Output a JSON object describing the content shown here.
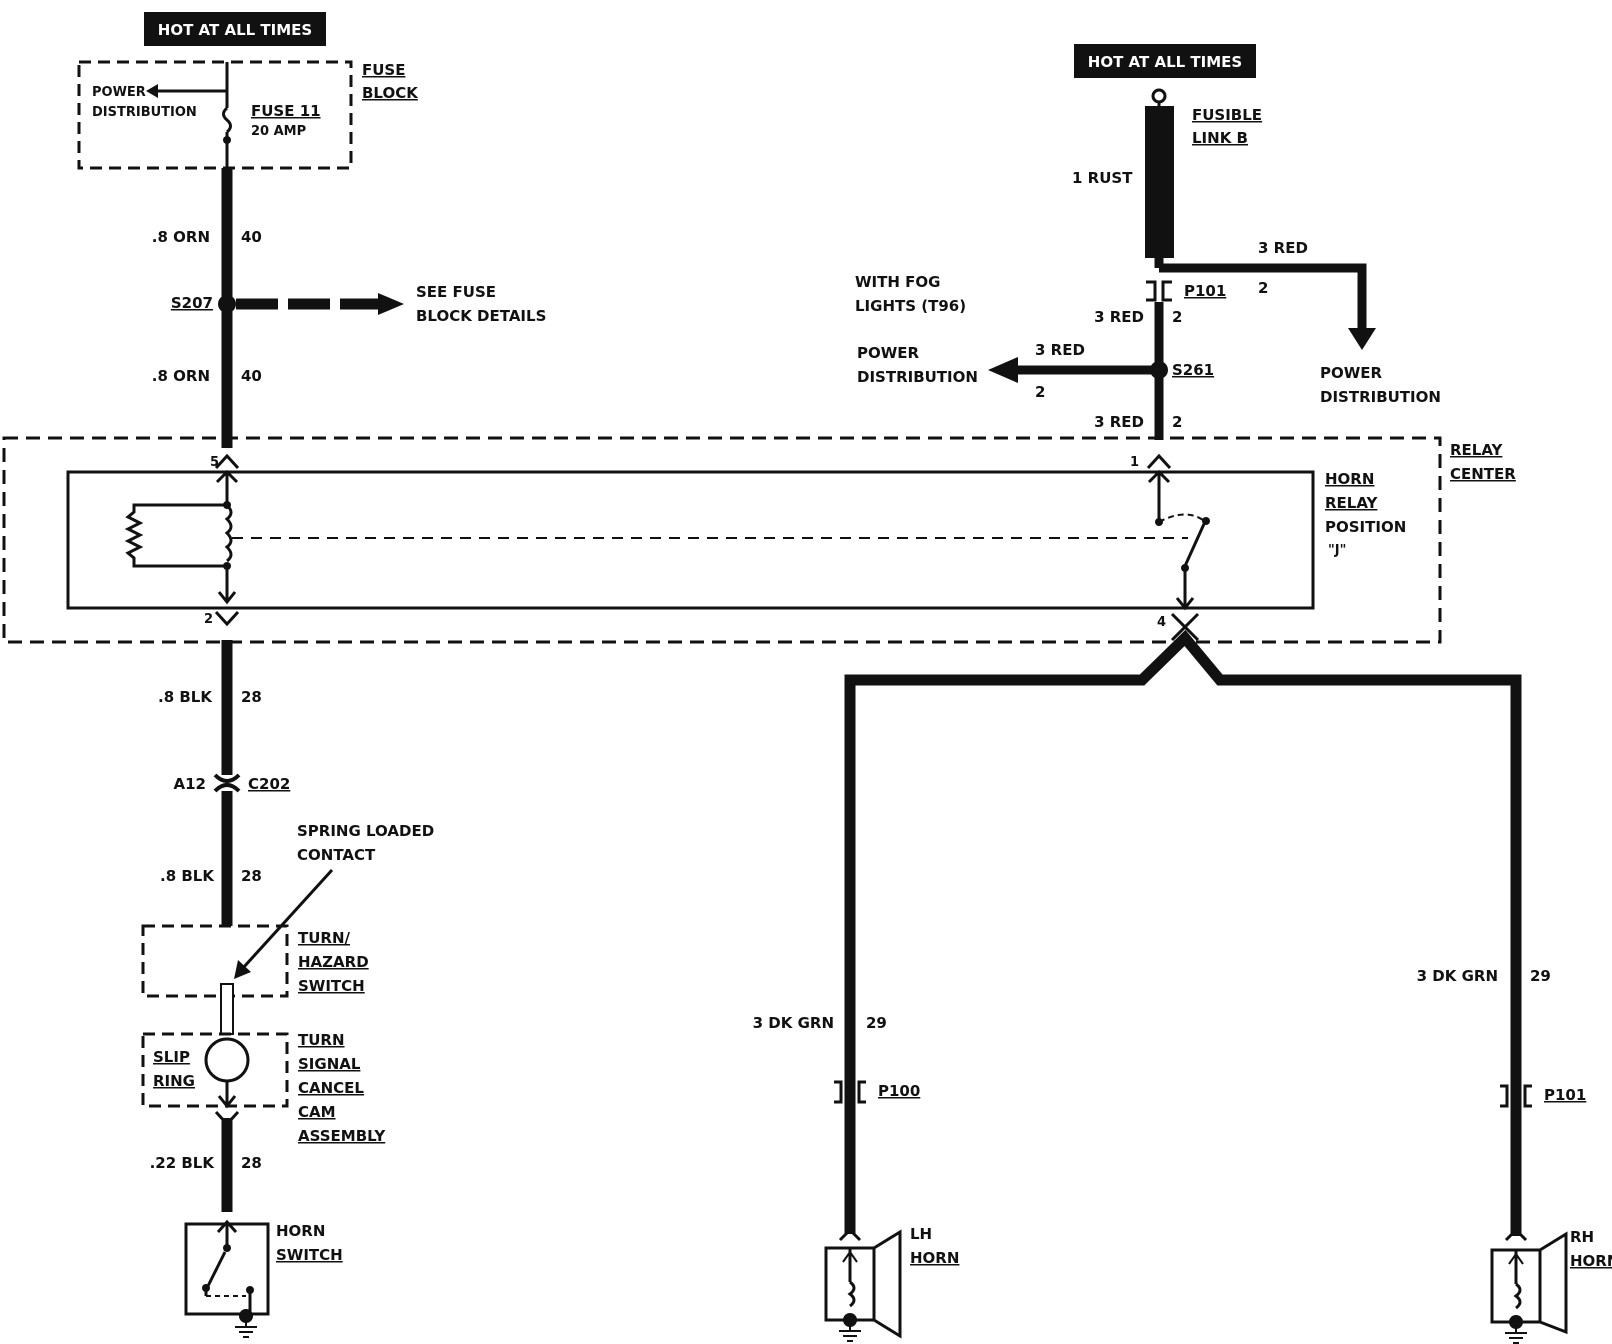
{
  "badges": {
    "hot_left": "HOT AT ALL TIMES",
    "hot_right": "HOT AT ALL TIMES"
  },
  "fuse_block": {
    "label_line1": "FUSE",
    "label_line2": "BLOCK",
    "power_dist_line1": "POWER",
    "power_dist_line2": "DISTRIBUTION",
    "fuse_name": "FUSE 11",
    "fuse_rating": "20 AMP"
  },
  "left_circuit": {
    "wire1_gauge": ".8 ORN",
    "wire1_circuit": "40",
    "splice": "S207",
    "see_fuse_line1": "SEE FUSE",
    "see_fuse_line2": "BLOCK DETAILS",
    "wire2_gauge": ".8 ORN",
    "wire2_circuit": "40",
    "wire3_gauge": ".8 BLK",
    "wire3_circuit": "28",
    "connector_pin": "A12",
    "connector": "C202",
    "spring_line1": "SPRING LOADED",
    "spring_line2": "CONTACT",
    "wire4_gauge": ".8  BLK",
    "wire4_circuit": "28",
    "turn_hazard_line1": "TURN/",
    "turn_hazard_line2": "HAZARD",
    "turn_hazard_line3": "SWITCH",
    "slip_line1": "SLIP",
    "slip_line2": "RING",
    "cam_line1": "TURN",
    "cam_line2": "SIGNAL",
    "cam_line3": "CANCEL",
    "cam_line4": "CAM",
    "cam_line5": "ASSEMBLY",
    "wire5_gauge": ".22 BLK",
    "wire5_circuit": "28",
    "horn_switch_line1": "HORN",
    "horn_switch_line2": "SWITCH"
  },
  "right_feed": {
    "fusible_line1": "FUSIBLE",
    "fusible_line2": "LINK B",
    "rust": "1 RUST",
    "red_branch": "3 RED",
    "red_branch_circuit": "2",
    "fog_line1": "WITH FOG",
    "fog_line2": "LIGHTS (T96)",
    "p101": "P101",
    "red_wire1": "3 RED",
    "red_wire1_circuit": "2",
    "left_red": "3 RED",
    "left_red_circuit": "2",
    "power_left_line1": "POWER",
    "power_left_line2": "DISTRIBUTION",
    "splice": "S261",
    "power_right_line1": "POWER",
    "power_right_line2": "DISTRIBUTION",
    "red_wire2": "3 RED",
    "red_wire2_circuit": "2"
  },
  "relay": {
    "center_line1": "RELAY",
    "center_line2": "CENTER",
    "horn_relay_line1": "HORN",
    "horn_relay_line2": "RELAY",
    "horn_relay_line3": "POSITION",
    "horn_relay_line4": "\"J\"",
    "pin5": "5",
    "pin1": "1",
    "pin2": "2",
    "pin4": "4"
  },
  "horns": {
    "lh_wire_gauge": "3 DK GRN",
    "lh_wire_circuit": "29",
    "rh_wire_gauge": "3 DK GRN",
    "rh_wire_circuit": "29",
    "lh_connector": "P100",
    "rh_connector": "P101",
    "lh_line1": "LH",
    "lh_line2": "HORN",
    "rh_line1": "RH",
    "rh_line2": "HORN"
  }
}
